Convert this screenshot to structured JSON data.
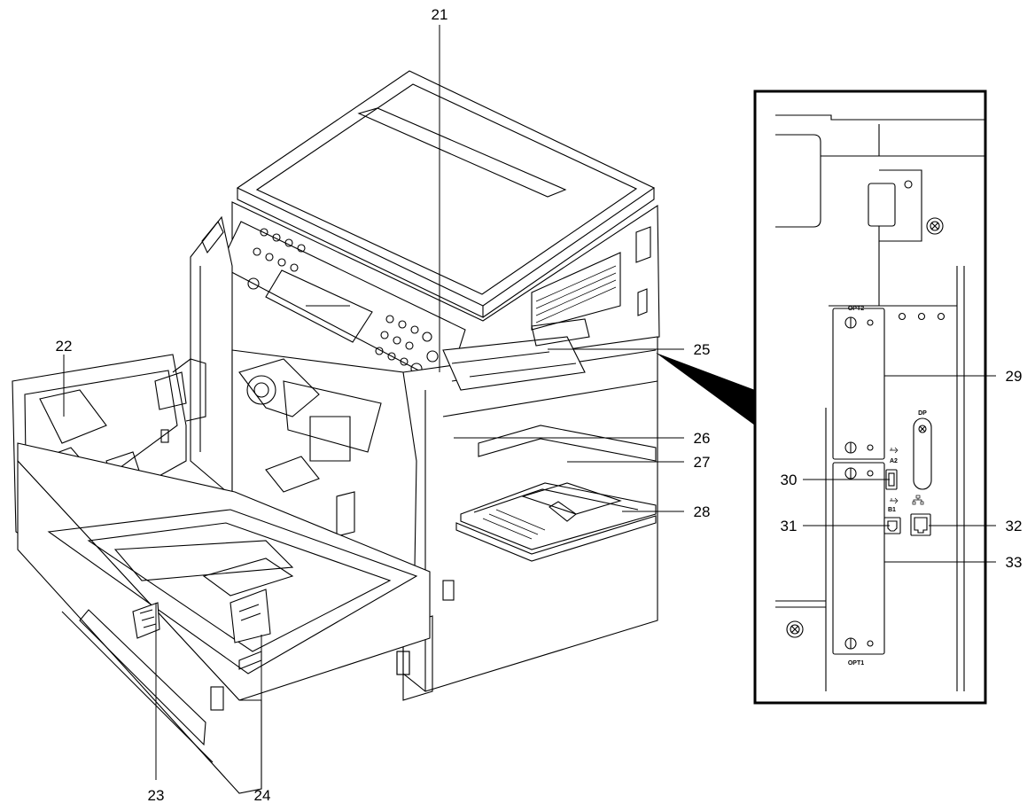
{
  "callouts": {
    "c21": "21",
    "c22": "22",
    "c23": "23",
    "c24": "24",
    "c25": "25",
    "c26": "26",
    "c27": "27",
    "c28": "28",
    "c29": "29",
    "c30": "30",
    "c31": "31",
    "c32": "32",
    "c33": "33"
  },
  "panel_labels": {
    "opt2": "OPT2",
    "opt1": "OPT1",
    "dp": "DP",
    "a2": "A2",
    "b1": "B1"
  },
  "icons": {
    "usb_a": "usb-icon",
    "usb_b": "usb-icon",
    "network": "network-icon",
    "screw": "screw-icon"
  },
  "colors": {
    "line": "#000000",
    "background": "#ffffff"
  }
}
